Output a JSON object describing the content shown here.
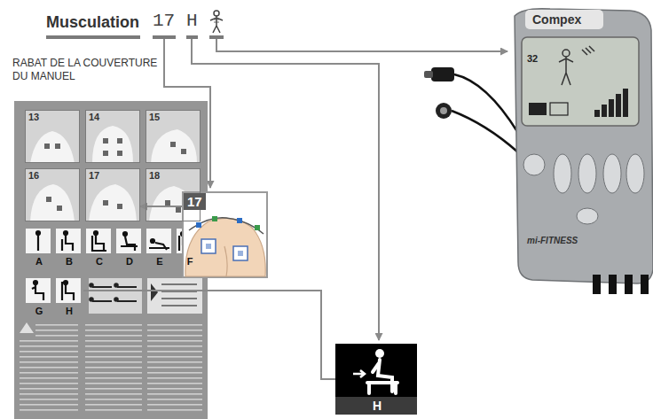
{
  "diagram": {
    "nodes": [
      {
        "text": [
          "13"
        ]
      },
      {
        "text": [
          "14"
        ]
      },
      {
        "text": [
          "15"
        ]
      },
      {
        "text": [
          "16"
        ]
      },
      {
        "text": [
          "17"
        ]
      },
      {
        "text": [
          "18"
        ]
      },
      {
        "text": [
          "A"
        ]
      },
      {
        "text": [
          "B"
        ]
      },
      {
        "text": [
          "C"
        ]
      },
      {
        "text": [
          "D"
        ]
      },
      {
        "text": [
          "E"
        ]
      },
      {
        "text": [
          "F"
        ]
      },
      {
        "text": [
          "G"
        ]
      },
      {
        "text": [
          "H"
        ]
      },
      {
        "text": [
          "17"
        ]
      },
      {
        "text": [
          "H"
        ]
      },
      {
        "text": [
          "Compex",
          "32",
          "mi-FITNESS"
        ]
      }
    ],
    "edges": [
      {
        "from": 14,
        "to": 4,
        "arrow": "to"
      },
      {
        "from": 13,
        "to": 15,
        "arrow": "none"
      }
    ],
    "labels": [
      "Musculation",
      "17",
      "H",
      "RABAT DE LA COUVERTURE DU MANUEL"
    ]
  }
}
